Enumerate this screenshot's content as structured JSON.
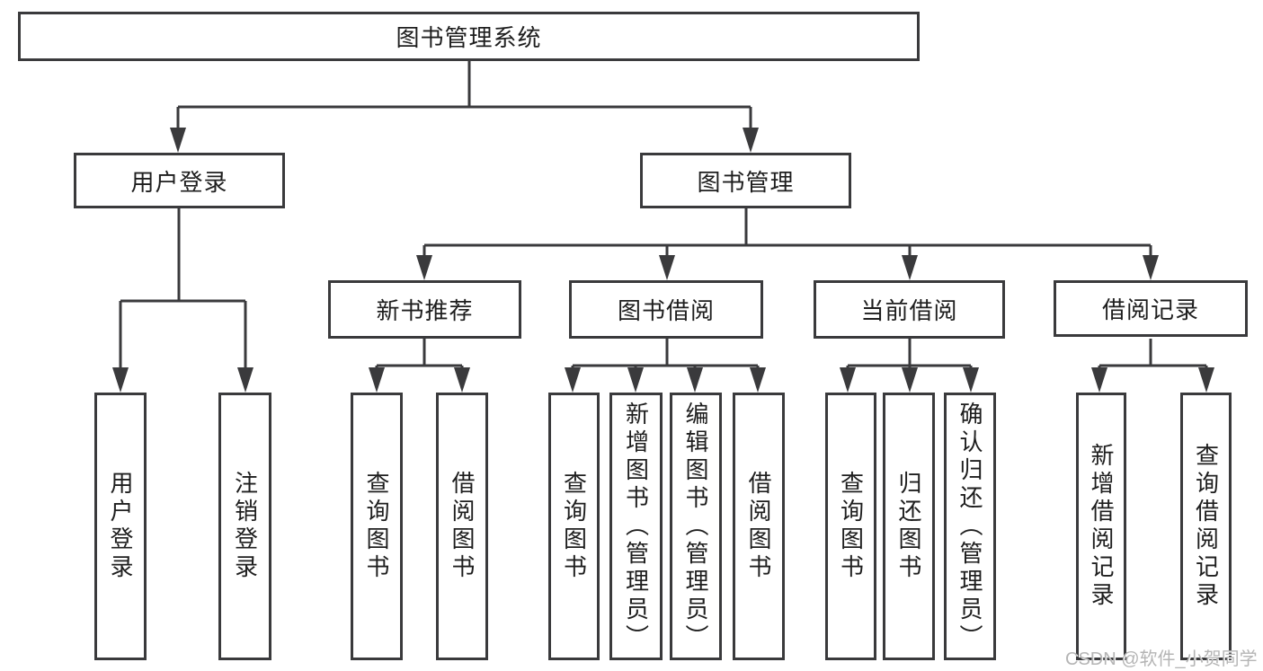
{
  "colors": {
    "line": "#3a3a3c",
    "box_border": "#3a3a3c",
    "box_background": "#ffffff",
    "text": "#1e1e1e",
    "watermark_text": "#b5b5b5"
  },
  "tree": {
    "root": "图书管理系统",
    "branches": [
      {
        "label": "用户登录",
        "children": [
          "用户登录",
          "注销登录"
        ]
      },
      {
        "label": "图书管理",
        "groups": [
          {
            "label": "新书推荐",
            "children": [
              "查询图书",
              "借阅图书"
            ]
          },
          {
            "label": "图书借阅",
            "children": [
              "查询图书",
              "新增图书（管理员）",
              "编辑图书（管理员）",
              "借阅图书"
            ]
          },
          {
            "label": "当前借阅",
            "children": [
              "查询图书",
              "归还图书",
              "确认归还（管理员）"
            ]
          },
          {
            "label": "借阅记录",
            "children": [
              "新增借阅记录",
              "查询借阅记录"
            ]
          }
        ]
      }
    ]
  },
  "watermark": "CSDN @软件_小贺同学"
}
